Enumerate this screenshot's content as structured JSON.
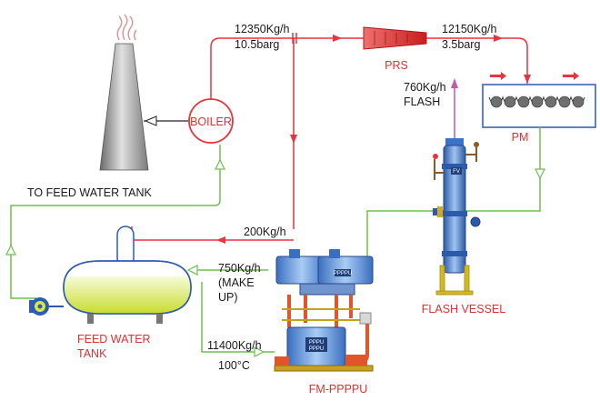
{
  "labels": {
    "steam_boiler_flow": "12350Kg/h",
    "steam_boiler_pressure": "10.5barg",
    "steam_pm_flow": "12150Kg/h",
    "steam_pm_pressure": "3.5barg",
    "prs": "PRS",
    "pm": "PM",
    "boiler": "BOILER",
    "flash_flow": "760Kg/h",
    "flash_word": "FLASH",
    "to_feed_water_tank": "TO FEED WATER TANK",
    "bypass_flow": "200Kg/h",
    "makeup_flow": "750Kg/h",
    "makeup_word1": "(MAKE",
    "makeup_word2": "UP)",
    "condensate_flow": "11400Kg/h",
    "condensate_temp": "100°C",
    "feed_water_tank_1": "FEED WATER",
    "feed_water_tank_2": "TANK",
    "flash_vessel": "FLASH VESSEL",
    "fm_ppppu": "FM-PPPPU",
    "fv_tag": "FV",
    "unit_tag_1": "PPPPU",
    "unit_tag_2": "PPPU",
    "unit_tag_3": "PPPU"
  },
  "colors": {
    "steam_line": "#e8343a",
    "water_line": "#6cc04a",
    "flash_line": "#c45aa8",
    "vessel_blue": "#3b73c8",
    "tank_fill": "#d6e84a"
  }
}
